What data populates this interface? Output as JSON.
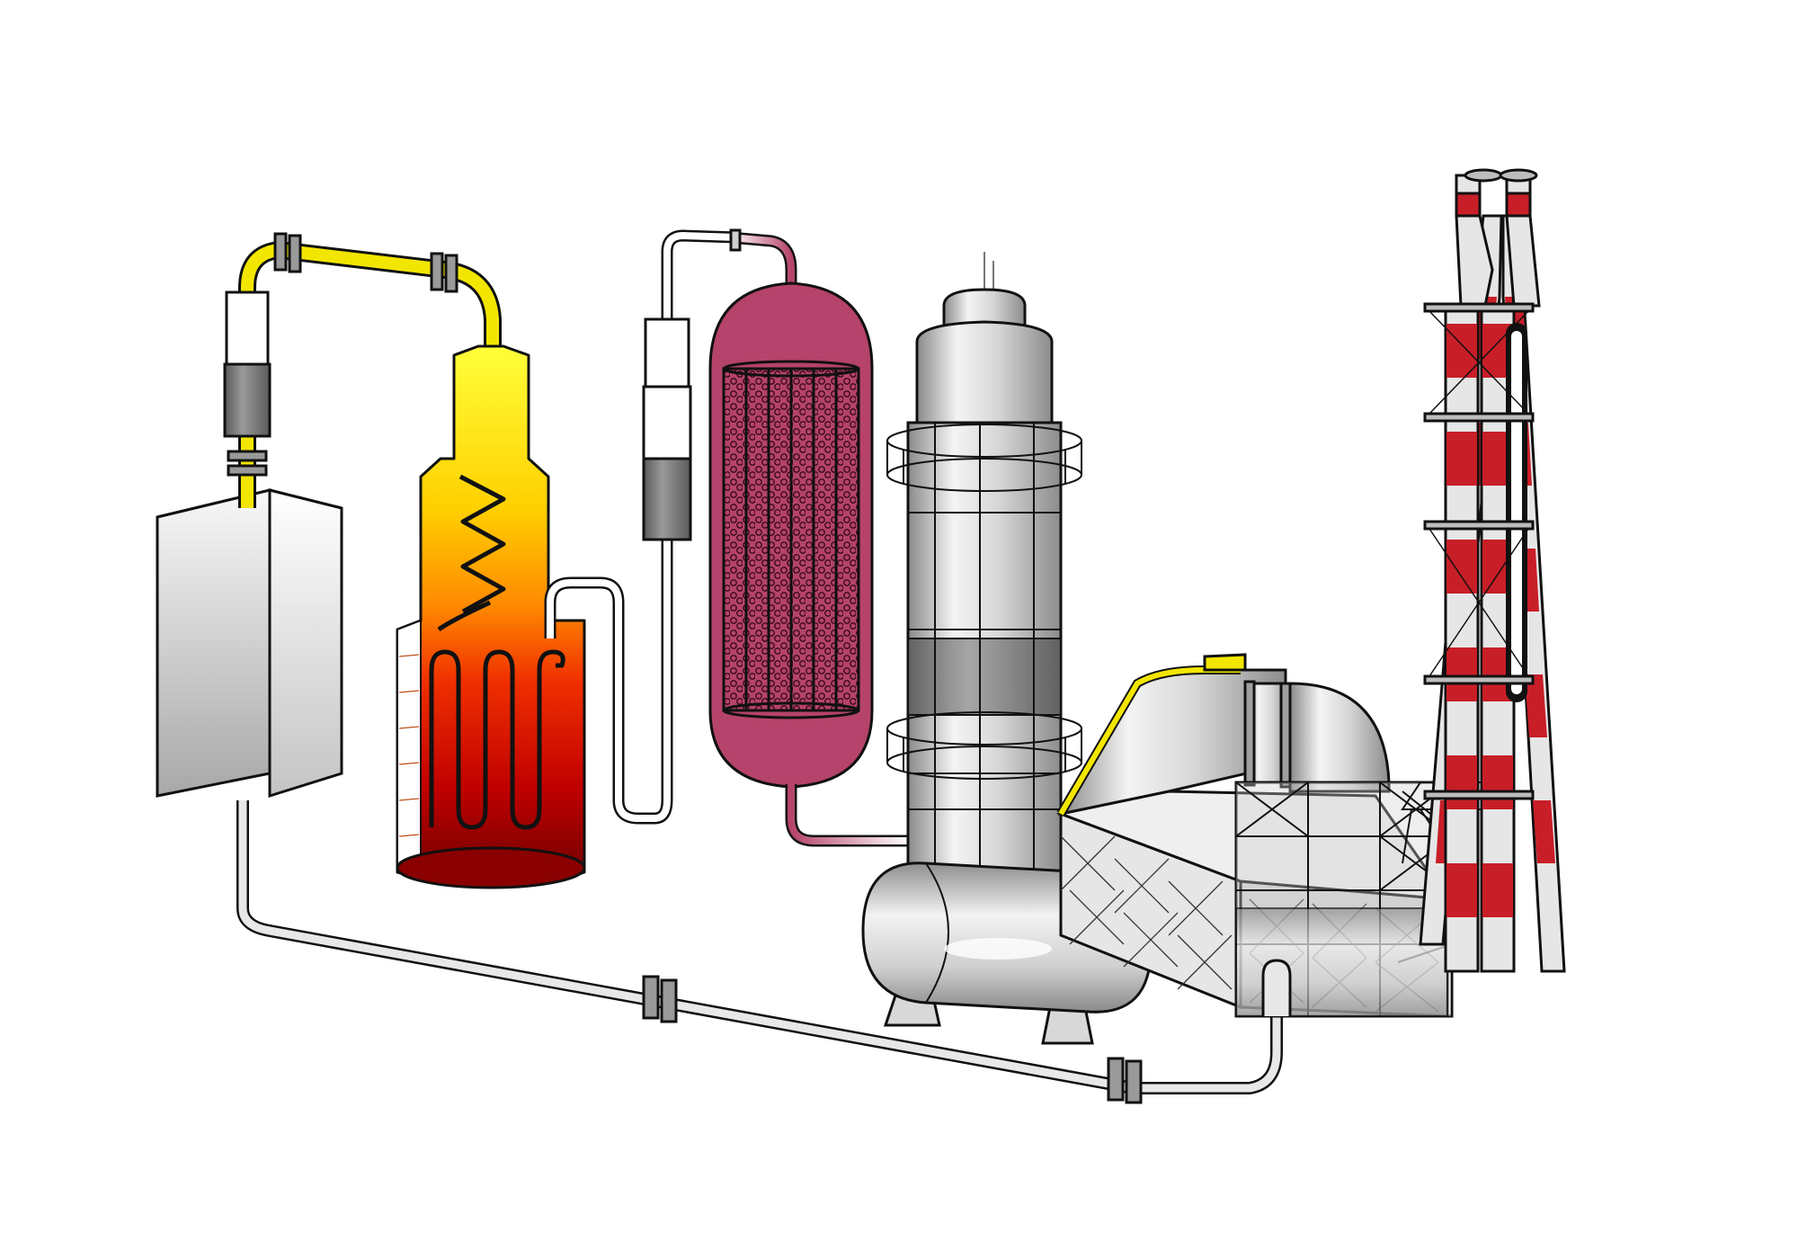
{
  "diagram": {
    "type": "industrial-process-schematic",
    "text_labels": [],
    "colors": {
      "background": "#ffffff",
      "outline": "#111111",
      "hot_gas_pipe": "#f2e600",
      "furnace_top": "#ffff33",
      "furnace_mid": "#ff8c00",
      "furnace_bottom": "#7a0000",
      "reactor": "#b5436b",
      "reactor_dark": "#5a1028",
      "steel": "#c8c8c8",
      "stack_red": "#c81e28",
      "stack_white": "#e6e6e6"
    },
    "components": [
      {
        "id": "feed-box",
        "icon": "box-unit-icon"
      },
      {
        "id": "transfer-pipe-yellow",
        "icon": "pipe-icon"
      },
      {
        "id": "furnace",
        "icon": "furnace-icon"
      },
      {
        "id": "connecting-pipe-white",
        "icon": "pipe-icon"
      },
      {
        "id": "packed-reactor",
        "icon": "reactor-vessel-icon"
      },
      {
        "id": "tower",
        "icon": "distillation-column-icon"
      },
      {
        "id": "horizontal-tank",
        "icon": "storage-tank-icon"
      },
      {
        "id": "heat-recovery-unit",
        "icon": "ductwork-unit-icon"
      },
      {
        "id": "chimney-stack",
        "icon": "chimney-stack-icon"
      },
      {
        "id": "return-pipe",
        "icon": "pipe-icon"
      }
    ]
  }
}
